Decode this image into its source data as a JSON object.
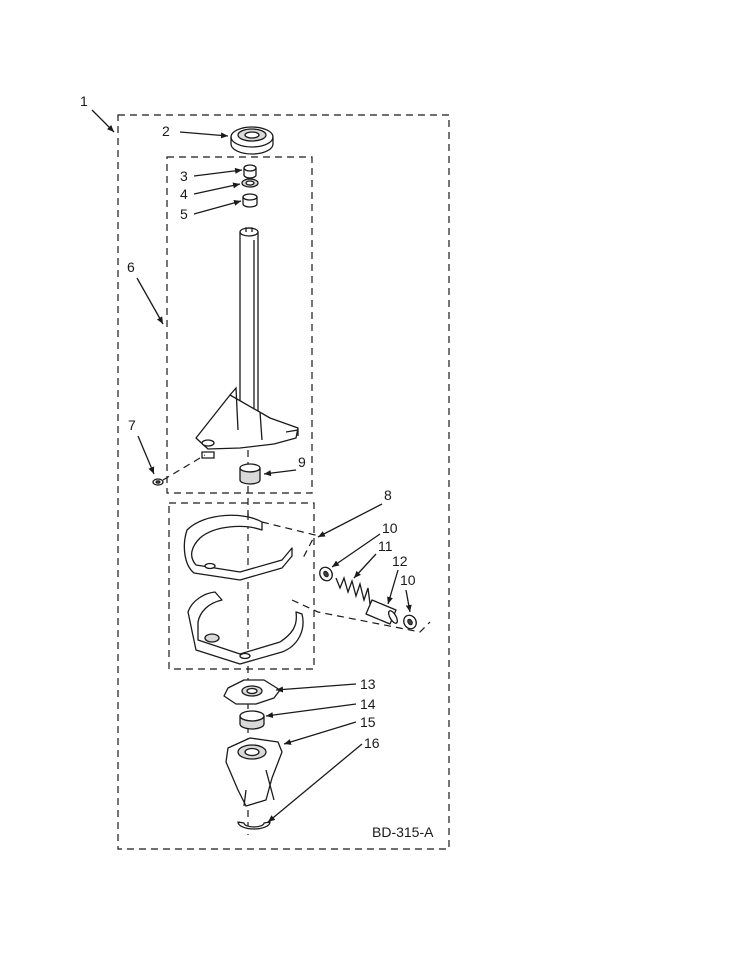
{
  "diagram": {
    "code": "BD-315-A",
    "callouts": [
      {
        "id": "c1",
        "text": "1"
      },
      {
        "id": "c2",
        "text": "2"
      },
      {
        "id": "c3",
        "text": "3"
      },
      {
        "id": "c4",
        "text": "4"
      },
      {
        "id": "c5",
        "text": "5"
      },
      {
        "id": "c6",
        "text": "6"
      },
      {
        "id": "c7",
        "text": "7"
      },
      {
        "id": "c8",
        "text": "8"
      },
      {
        "id": "c9",
        "text": "9"
      },
      {
        "id": "c10a",
        "text": "10"
      },
      {
        "id": "c11",
        "text": "11"
      },
      {
        "id": "c12",
        "text": "12"
      },
      {
        "id": "c10b",
        "text": "10"
      },
      {
        "id": "c13",
        "text": "13"
      },
      {
        "id": "c14",
        "text": "14"
      },
      {
        "id": "c15",
        "text": "15"
      },
      {
        "id": "c16",
        "text": "16"
      }
    ]
  }
}
